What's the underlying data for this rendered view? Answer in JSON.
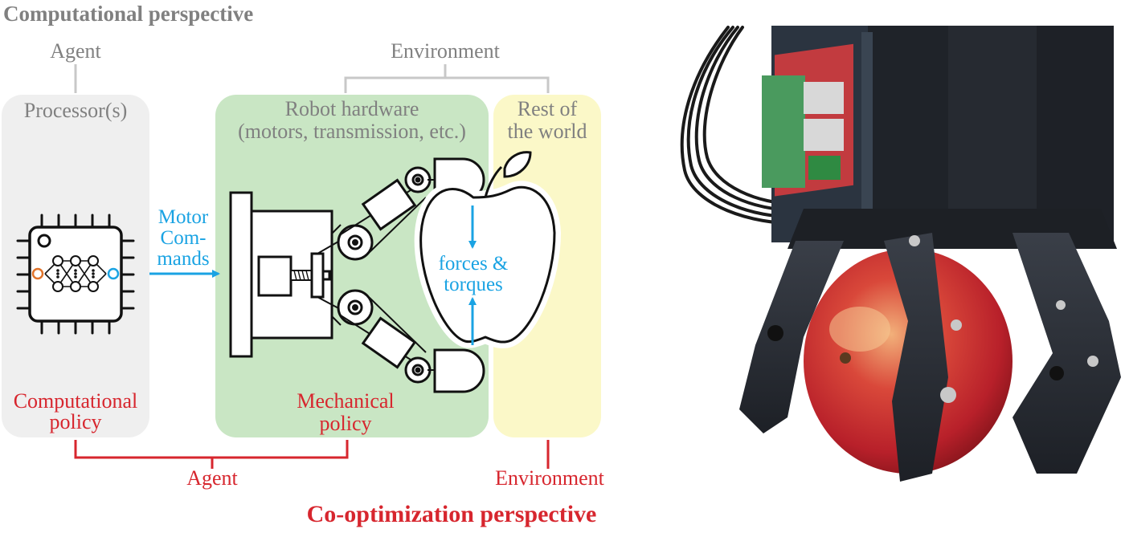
{
  "titles": {
    "top": "Computational perspective",
    "bottom": "Co-optimization perspective"
  },
  "labels": {
    "agent_top": "Agent",
    "environment_top": "Environment",
    "processors": "Processor(s)",
    "robot_hardware_line1": "Robot hardware",
    "robot_hardware_line2": "(motors, transmission, etc.)",
    "rest_line1": "Rest of",
    "rest_line2": "the world",
    "motor_line1": "Motor",
    "motor_line2": "Com-",
    "motor_line3": "mands",
    "forces_line1": "forces &",
    "forces_line2": "torques",
    "comp_policy_line1": "Computational",
    "comp_policy_line2": "policy",
    "mech_policy_line1": "Mechanical",
    "mech_policy_line2": "policy",
    "agent_bottom": "Agent",
    "environment_bottom": "Environment"
  },
  "colors": {
    "gray_text": "#808080",
    "bracket_gray": "#c8c8c8",
    "processor_panel": "#efefef",
    "hardware_panel": "#c9e6c4",
    "world_panel": "#fbf8c8",
    "accent_blue": "#1aa3e3",
    "accent_red": "#d7262e",
    "line_black": "#111111"
  }
}
